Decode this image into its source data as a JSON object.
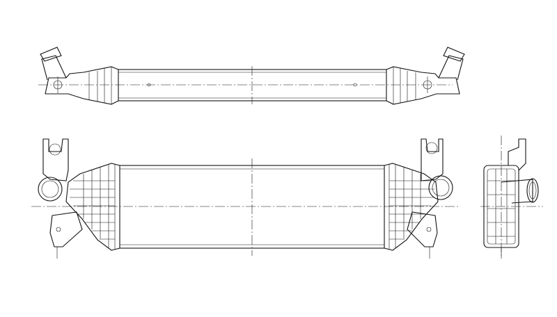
{
  "drawing": {
    "subject": "intercooler",
    "views": [
      "top-view",
      "front-view",
      "side-view"
    ],
    "colors": {
      "line": "#111111",
      "background": "#ffffff"
    }
  }
}
